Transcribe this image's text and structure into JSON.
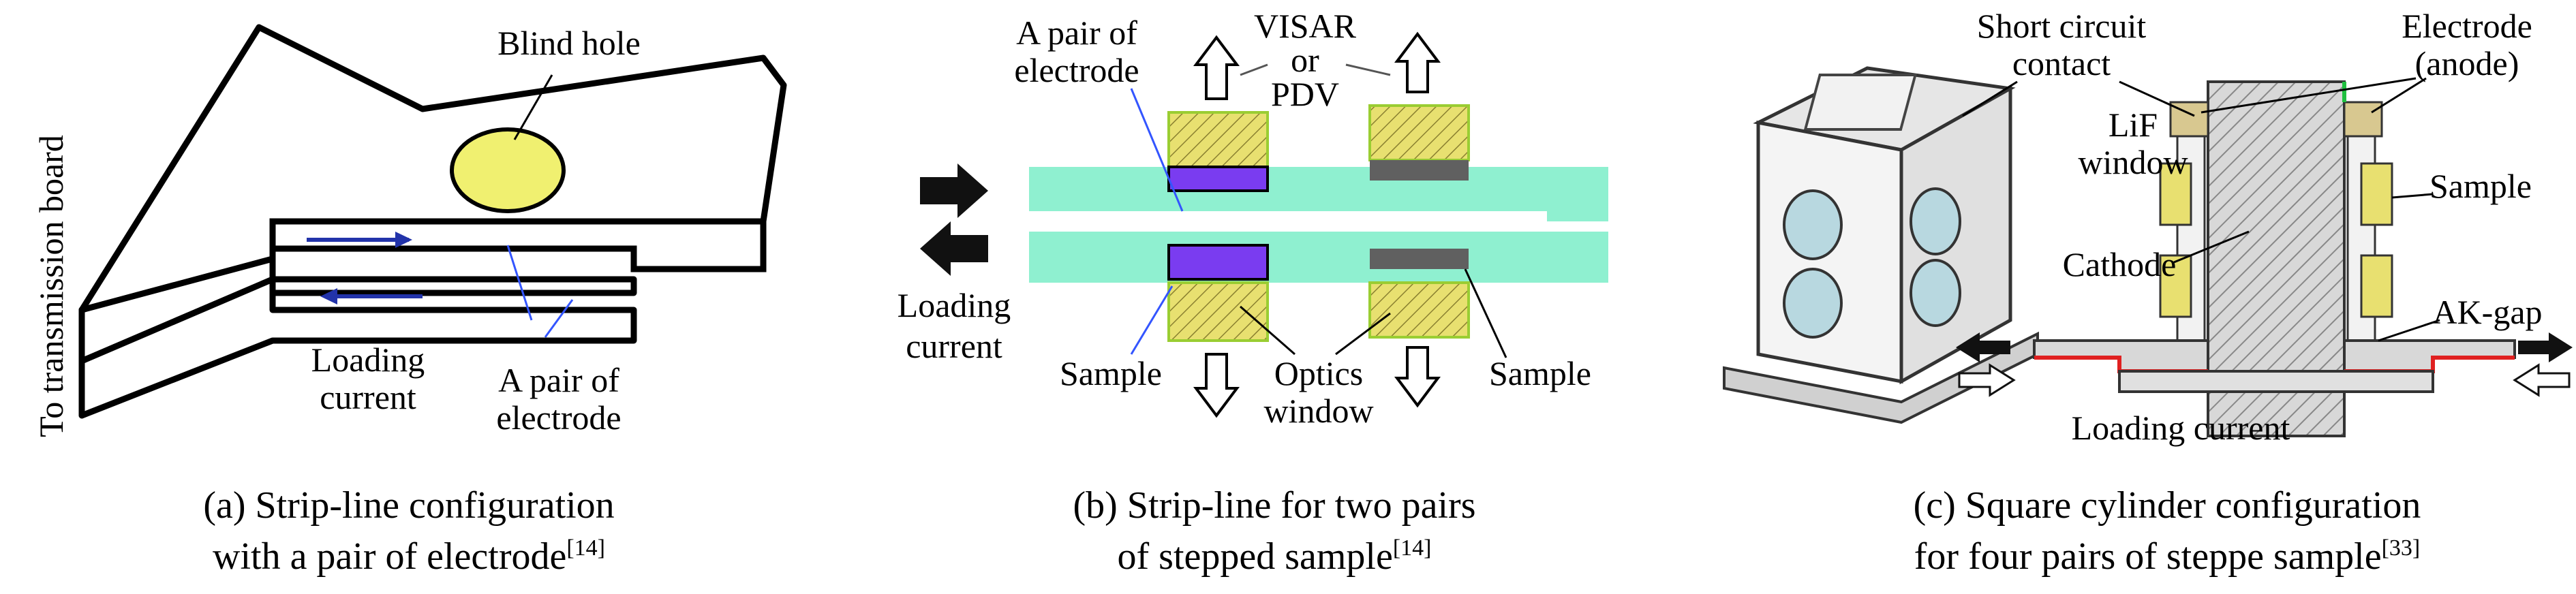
{
  "panel_a": {
    "side_label": "To transmission board",
    "blind_hole": "Blind hole",
    "loading_1": "Loading",
    "loading_2": "current",
    "electrode_1": "A pair of",
    "electrode_2": "electrode",
    "caption_line1": "(a) Strip-line configuration",
    "caption_line2": "with a pair of electrode",
    "caption_ref": "[14]"
  },
  "panel_b": {
    "electrode_1": "A pair of",
    "electrode_2": "electrode",
    "visar_1": "VISAR",
    "visar_2": "or",
    "visar_3": "PDV",
    "loading_1": "Loading",
    "loading_2": "current",
    "sample_left": "Sample",
    "sample_right": "Sample",
    "optics_1": "Optics",
    "optics_2": "window",
    "caption_line1": "(b) Strip-line for two pairs",
    "caption_line2": "of stepped sample",
    "caption_ref": "[14]"
  },
  "panel_c": {
    "short_circuit_1": "Short circuit",
    "short_circuit_2": "contact",
    "electrode_1": "Electrode",
    "electrode_2": "(anode)",
    "lif_1": "LiF",
    "lif_2": "window",
    "sample": "Sample",
    "cathode": "Cathode",
    "ak_gap": "AK-gap",
    "loading": "Loading current",
    "caption_line1": "(c) Square cylinder configuration",
    "caption_line2": "for four pairs of steppe sample",
    "caption_ref": "[33]"
  },
  "colors": {
    "strip_cyan": "#8ff0d0",
    "window_yellow": "#e8e070",
    "sample_purple": "#7a3cf0",
    "sample_gray": "#606060",
    "hole_yellow": "#f0f070",
    "current_arrow_blue": "#2233aa",
    "leader_blue": "#3355ff",
    "contact_red": "#e02020",
    "contact_green": "#20c040"
  }
}
